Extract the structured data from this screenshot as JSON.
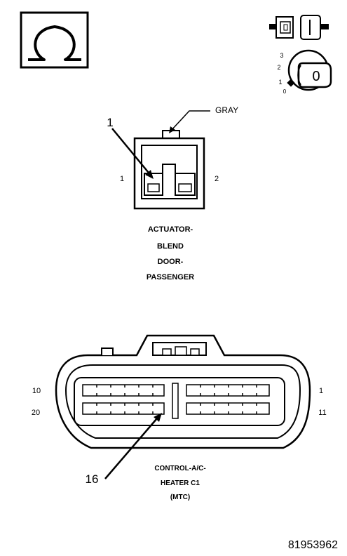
{
  "meter_symbol": "ohm-symbol",
  "ignition": {
    "icon": "key-in-ignition",
    "positions": [
      "3",
      "2",
      "1",
      "0"
    ],
    "key_face": "0"
  },
  "actuator": {
    "pointer_number": "1",
    "wire_color_callout": "GRAY",
    "pin_left": "1",
    "pin_right": "2",
    "label_lines": [
      "ACTUATOR-",
      "BLEND",
      "DOOR-",
      "PASSENGER"
    ]
  },
  "control": {
    "pin_top_left": "10",
    "pin_top_right": "1",
    "pin_bottom_left": "20",
    "pin_bottom_right": "11",
    "pointer_number": "16",
    "label_lines": [
      "CONTROL-A/C-",
      "HEATER C1",
      "(MTC)"
    ]
  },
  "figure_id": "81953962"
}
